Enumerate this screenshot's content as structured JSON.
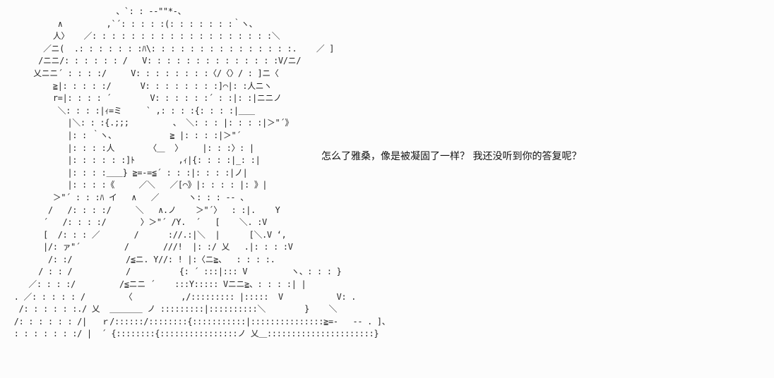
{
  "art": {
    "lines": [
      "                       、`: : ‐‐\"\"*‐、",
      "           ∧         ,`´: : : : :(: : : : : : :｀ヽ、",
      "          人〉   ／: : : : : : : : : : : : : : : : : : :＼",
      "        ／ニ(  .: : : : : : :ﾊ\\: : : : : : : : : : : : : : :.    ／ ]",
      "       /ニニ/: : : : : : /   V: : : : : : : : : : : : : :V/ニ/",
      "      乂ニニ´ : : : :/     V: : : : : : : :〈/〈〉/ : ]ニ〈",
      "          ≧|: : : : :/      V: : : : : : : :]⌒|: :人ニヽ",
      "          r=|: : : : ´        V: : : : : :´ : :|: :|ニニノ",
      "           ＼: : : :|ｨ=ミ     ` ,: : : :{: : : :|＿＿",
      "             |＼: : :{.;;;         、 ＼: : : |: : : :|＞\"´》",
      "             |: : ｀ヽ、           ≧ |: : : :|＞\"´",
      "             |: : : :人       〈＿  〉    |: : :〉: |",
      "             |: : : : : :]ﾄ         ,ｨ|{: : : :|_: :|",
      "             |: : : :＿＿} ≧=-=≦´ : : :|: : : :|ノ|",
      "             |: : : :《     ／＼   ／[⌒》|: : : : |: 》|",
      "          ＞\"´ : : :ﾊ イ   ∧   ／      ヽ: : : ‐‐ 、",
      "         /   /: : : :/     ＼   ∧.ノ    ＞\"´〉  : :|.    Y",
      "        ´   /: : : :/       〉＞\"´ /Y.  ´   [    ＼. :V",
      "        [  /: : : ／       /      ://.:|＼  |      [＼.V ‘,",
      "        |/: ァ\"´         /       ///!  |: :/ 乂   .|: : : :V",
      "         /: :/           /≦ニ. Y//: ! |:〈ニ≧、  : : : :.",
      "       / : : /           /          {: ´ :::|::: V         ヽ、: : : }",
      "     ／: : : :/         /≦ニニ ´    :::Y::::: Vニニ≧、: : : :| |",
      "  . ／: : : : : /        〈          ,/::::::::: |:::::  V           V: .",
      "   /: : : : : :./ 乂  ＿＿＿＿ ノ :::::::::|::::::::::＼        }    ＼",
      "  /: : : : : : /|   ｒ/::::::/::::::::{:::::::::::|:::::::::::::::≧=-   ‐‐ . ]、",
      "  : : : : : : :/ |  ´ {::::::::{::::::::::::::::ノ 乂＿::::::::::::::::::::::}"
    ]
  },
  "dialogue": {
    "text": "怎么了雅桑，像是被凝固了一样？  我还没听到你的答复呢？"
  }
}
